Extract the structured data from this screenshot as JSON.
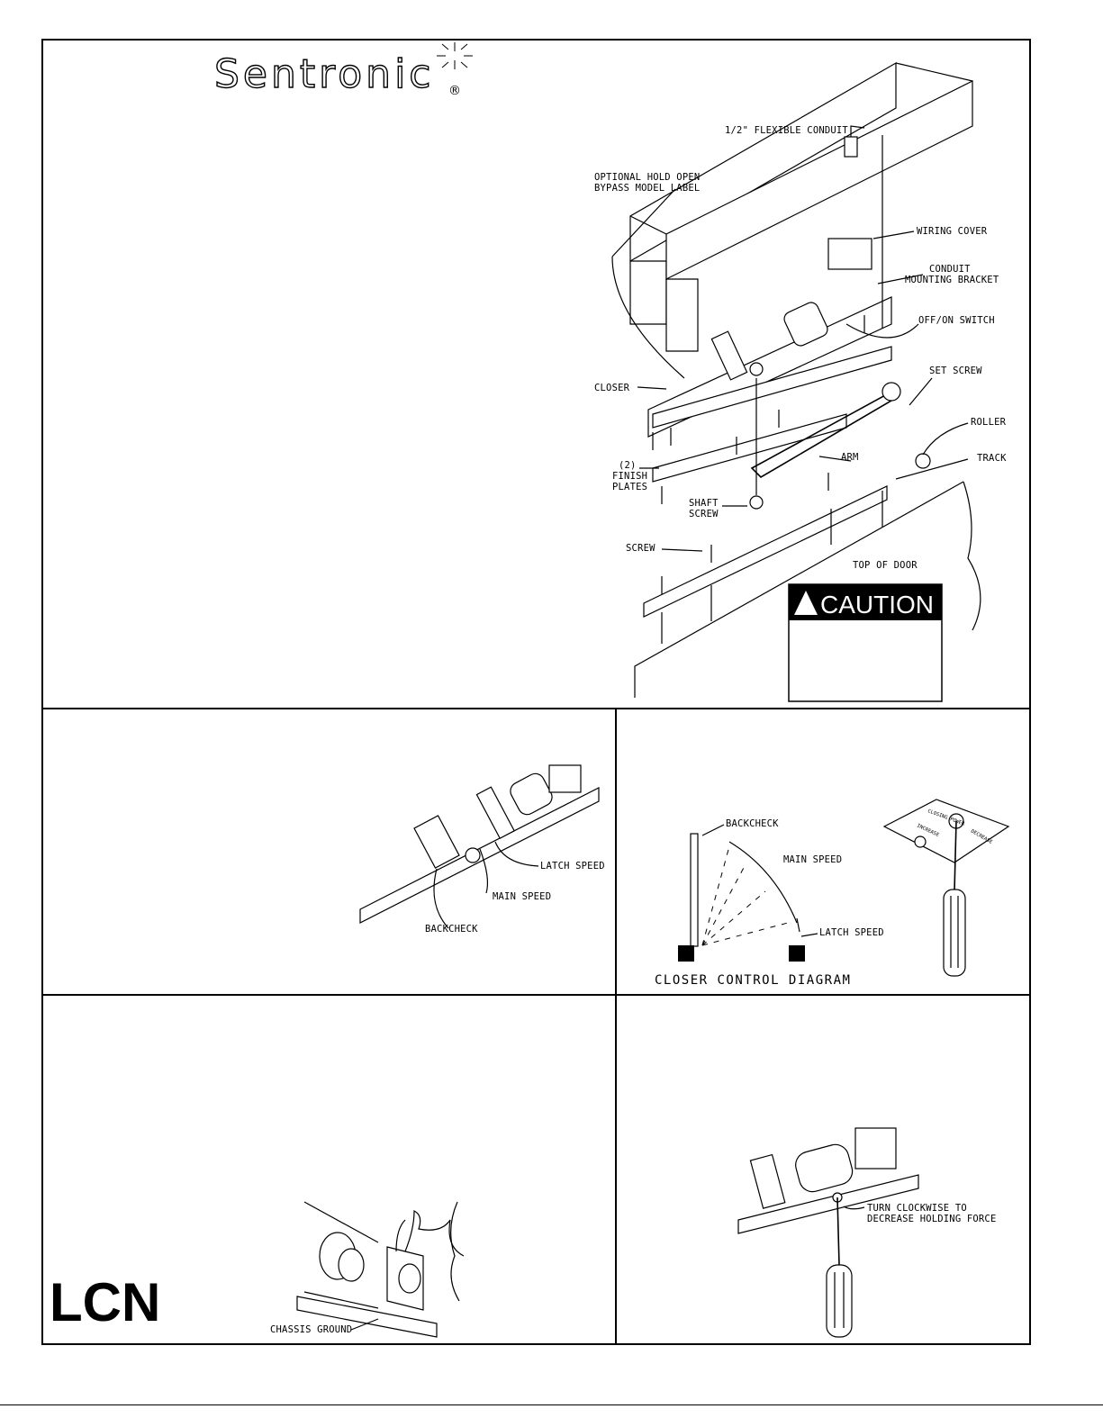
{
  "brand": {
    "logo_text": "Sentronic",
    "registered": "®",
    "maker": "LCN"
  },
  "exploded_view": {
    "labels": {
      "conduit": "1/2\" FLEXIBLE CONDUIT",
      "hold_open_1": "OPTIONAL HOLD OPEN",
      "hold_open_2": "BYPASS MODEL LABEL",
      "wiring_cover": "WIRING COVER",
      "conduit_bracket_1": "CONDUIT",
      "conduit_bracket_2": "MOUNTING BRACKET",
      "switch": "OFF/ON SWITCH",
      "set_screw": "SET SCREW",
      "closer": "CLOSER",
      "roller": "ROLLER",
      "finish_1": "(2)",
      "finish_2": "FINISH",
      "finish_3": "PLATES",
      "arm": "ARM",
      "track": "TRACK",
      "shaft_1": "SHAFT",
      "shaft_2": "SCREW",
      "screw": "SCREW",
      "top_of_door": "TOP OF DOOR"
    },
    "caution": "CAUTION"
  },
  "speed_panel": {
    "latch": "LATCH SPEED",
    "main": "MAIN SPEED",
    "backcheck": "BACKCHECK"
  },
  "control_diagram": {
    "backcheck": "BACKCHECK",
    "main": "MAIN SPEED",
    "latch": "LATCH SPEED",
    "title": "CLOSER CONTROL DIAGRAM",
    "dial_left": "INCREASE",
    "dial_top": "CLOSING POWER",
    "dial_right": "DECREASE"
  },
  "ground_panel": {
    "chassis": "CHASSIS GROUND"
  },
  "hold_panel": {
    "turn_1": "TURN CLOCKWISE TO",
    "turn_2": "DECREASE HOLDING FORCE"
  }
}
